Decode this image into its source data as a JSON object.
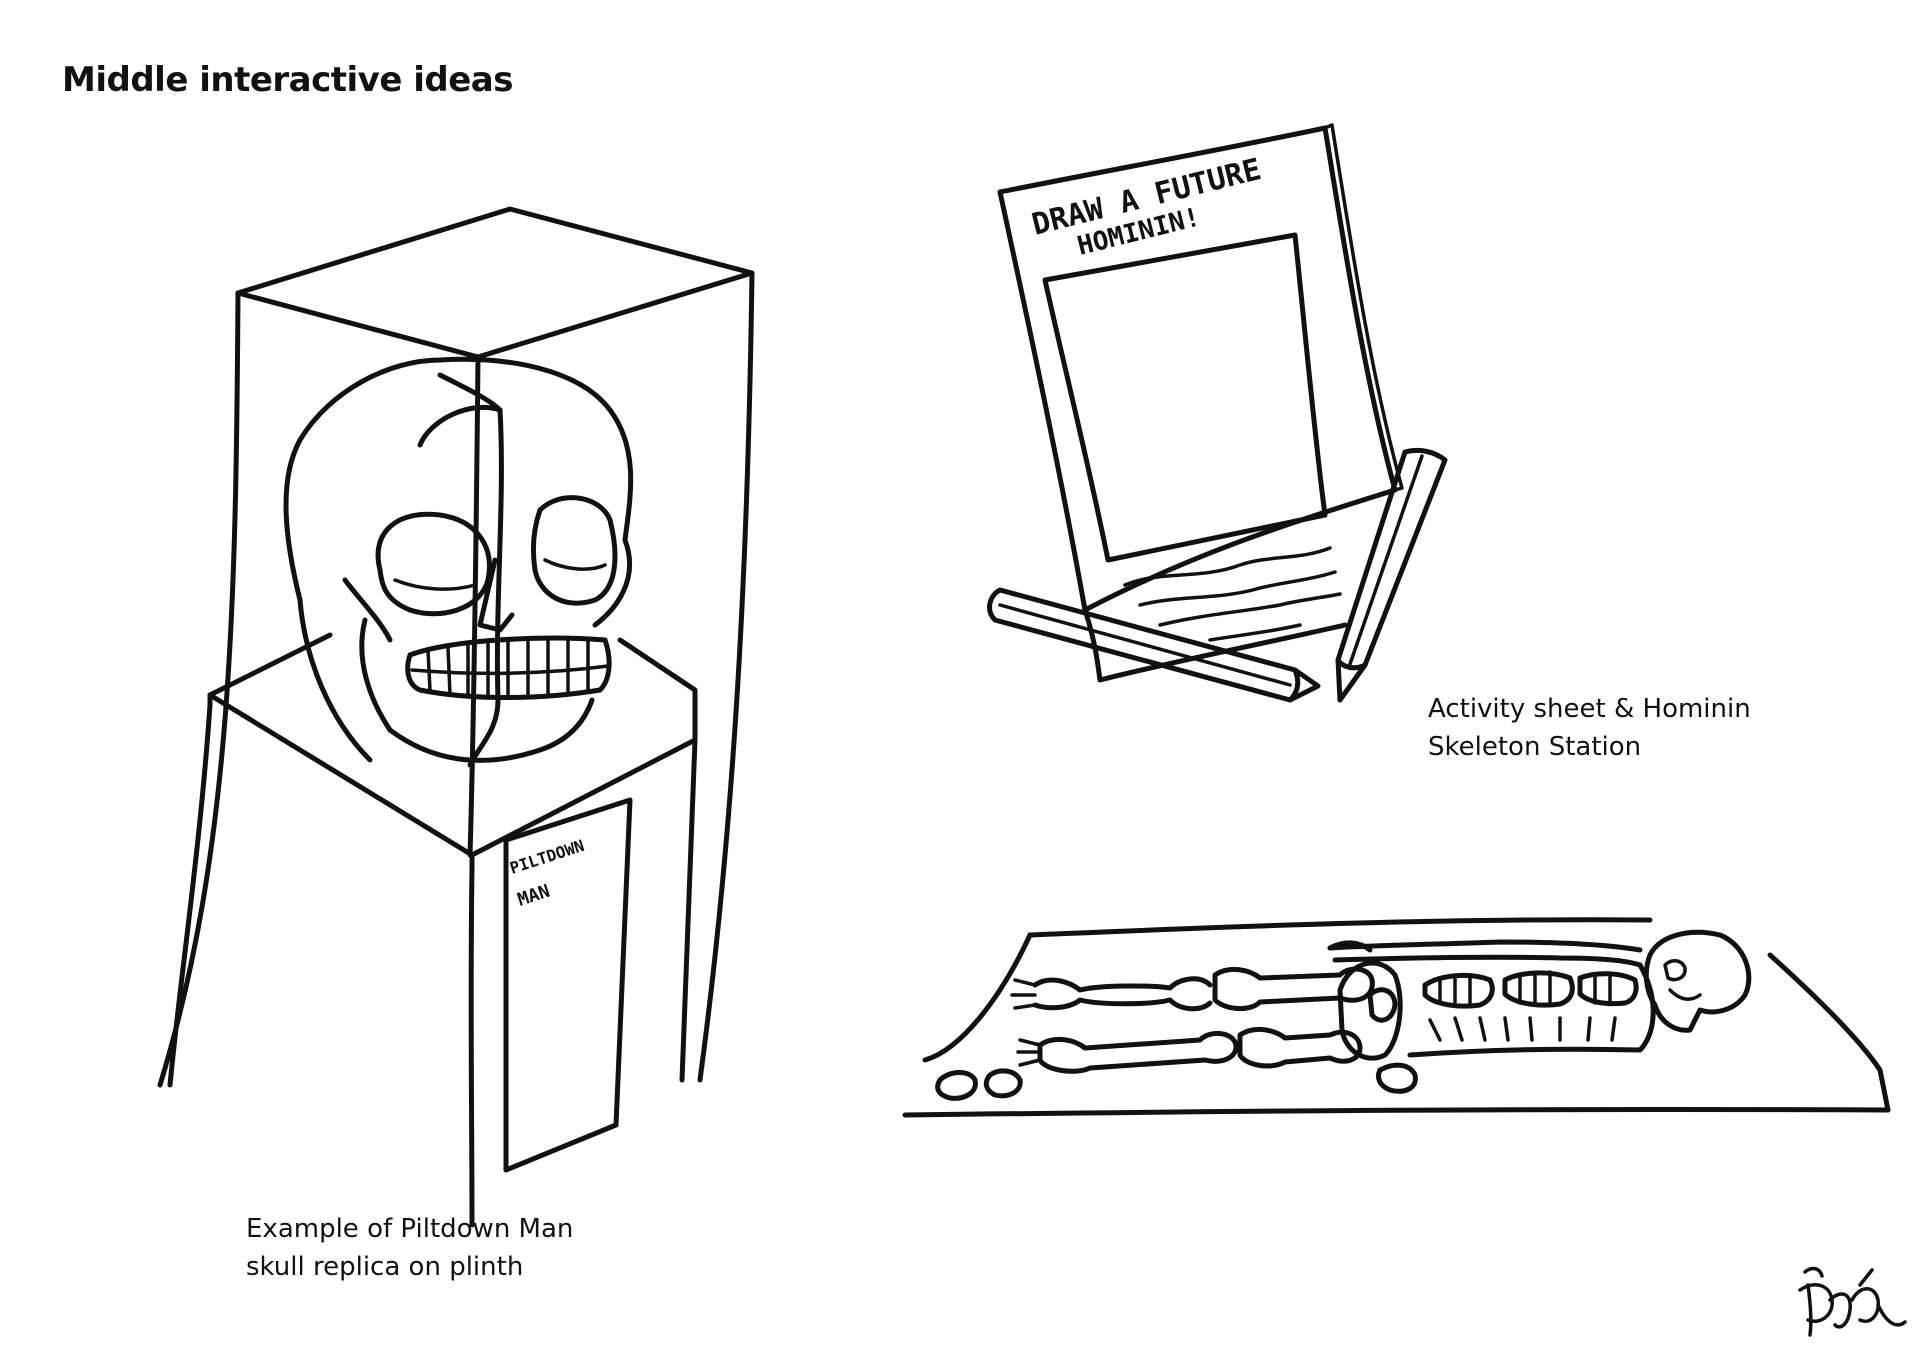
{
  "page": {
    "title": "Middle interactive ideas"
  },
  "illustrations": {
    "skull_plinth": {
      "caption_line1": "Example of Piltdown Man",
      "caption_line2": "skull replica on plinth",
      "plinth_label_line1": "PILTDOWN",
      "plinth_label_line2": "MAN"
    },
    "activity_station": {
      "caption_line1": "Activity sheet & Hominin",
      "caption_line2": "Skeleton Station",
      "sheet_heading_line1": "DRAW A FUTURE",
      "sheet_heading_line2": "HOMININ!"
    },
    "skeleton_mat": {}
  },
  "signature": {
    "icon": "signature-mark"
  },
  "colors": {
    "ink": "#111111",
    "background": "#ffffff"
  }
}
